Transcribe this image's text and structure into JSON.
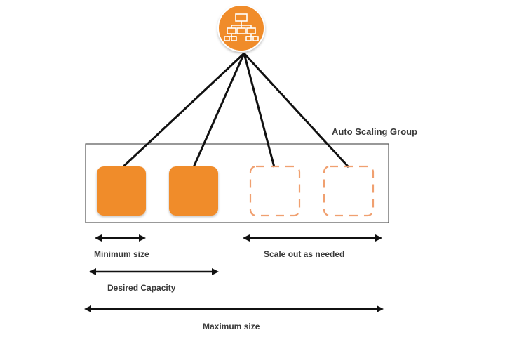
{
  "group": {
    "title": "Auto Scaling Group"
  },
  "load_balancer": {
    "icon": "load-balancer-icon",
    "color": "#f08c2c",
    "border_color": "#ffffff"
  },
  "instances": [
    {
      "state": "running",
      "color": "#f08c2c"
    },
    {
      "state": "running",
      "color": "#f08c2c"
    },
    {
      "state": "pending",
      "color": "#f0a070"
    },
    {
      "state": "pending",
      "color": "#f0a070"
    }
  ],
  "dimensions": {
    "minimum_size": "Minimum size",
    "scale_out": "Scale out as needed",
    "desired_capacity": "Desired Capacity",
    "maximum_size": "Maximum size"
  },
  "colors": {
    "line": "#111111",
    "group_border": "#555555",
    "text": "#3a3a3a"
  }
}
